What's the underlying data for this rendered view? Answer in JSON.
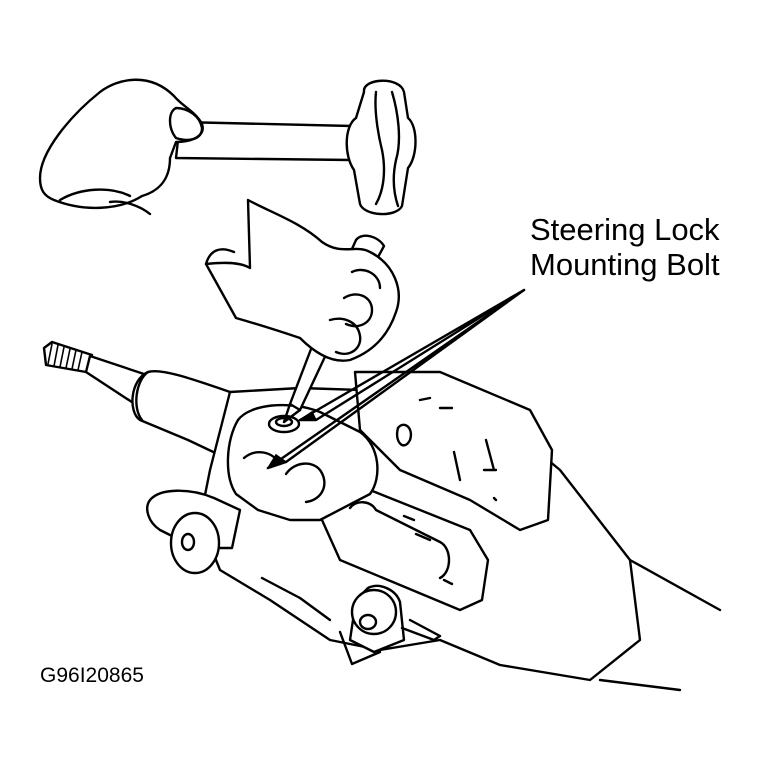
{
  "callout": {
    "line1": "Steering Lock",
    "line2": "Mounting Bolt"
  },
  "figure_id": "G96I20865",
  "colors": {
    "ink": "#000000",
    "paper": "#ffffff"
  }
}
